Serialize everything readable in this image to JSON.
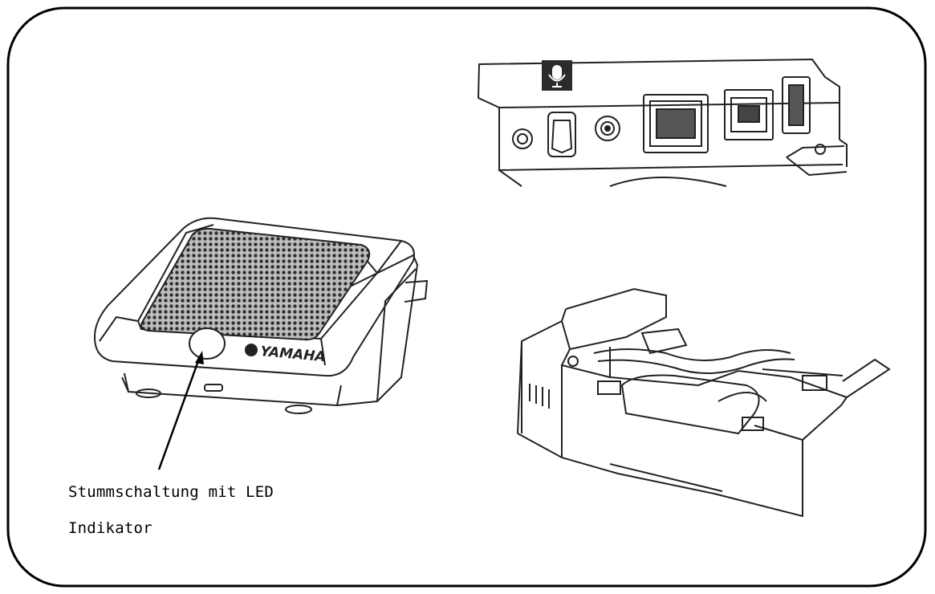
{
  "figure": {
    "brand_logo_text": "YAMAHA",
    "callout": {
      "line1": "Stummschaltung mit LED",
      "line2": "Indikator"
    },
    "icons": {
      "port_panel": "microphone-icon"
    },
    "colors": {
      "outline": "#000000",
      "grille": "#3a3a3a",
      "icon_badge": "#2b2b2b",
      "background": "#ffffff"
    }
  }
}
